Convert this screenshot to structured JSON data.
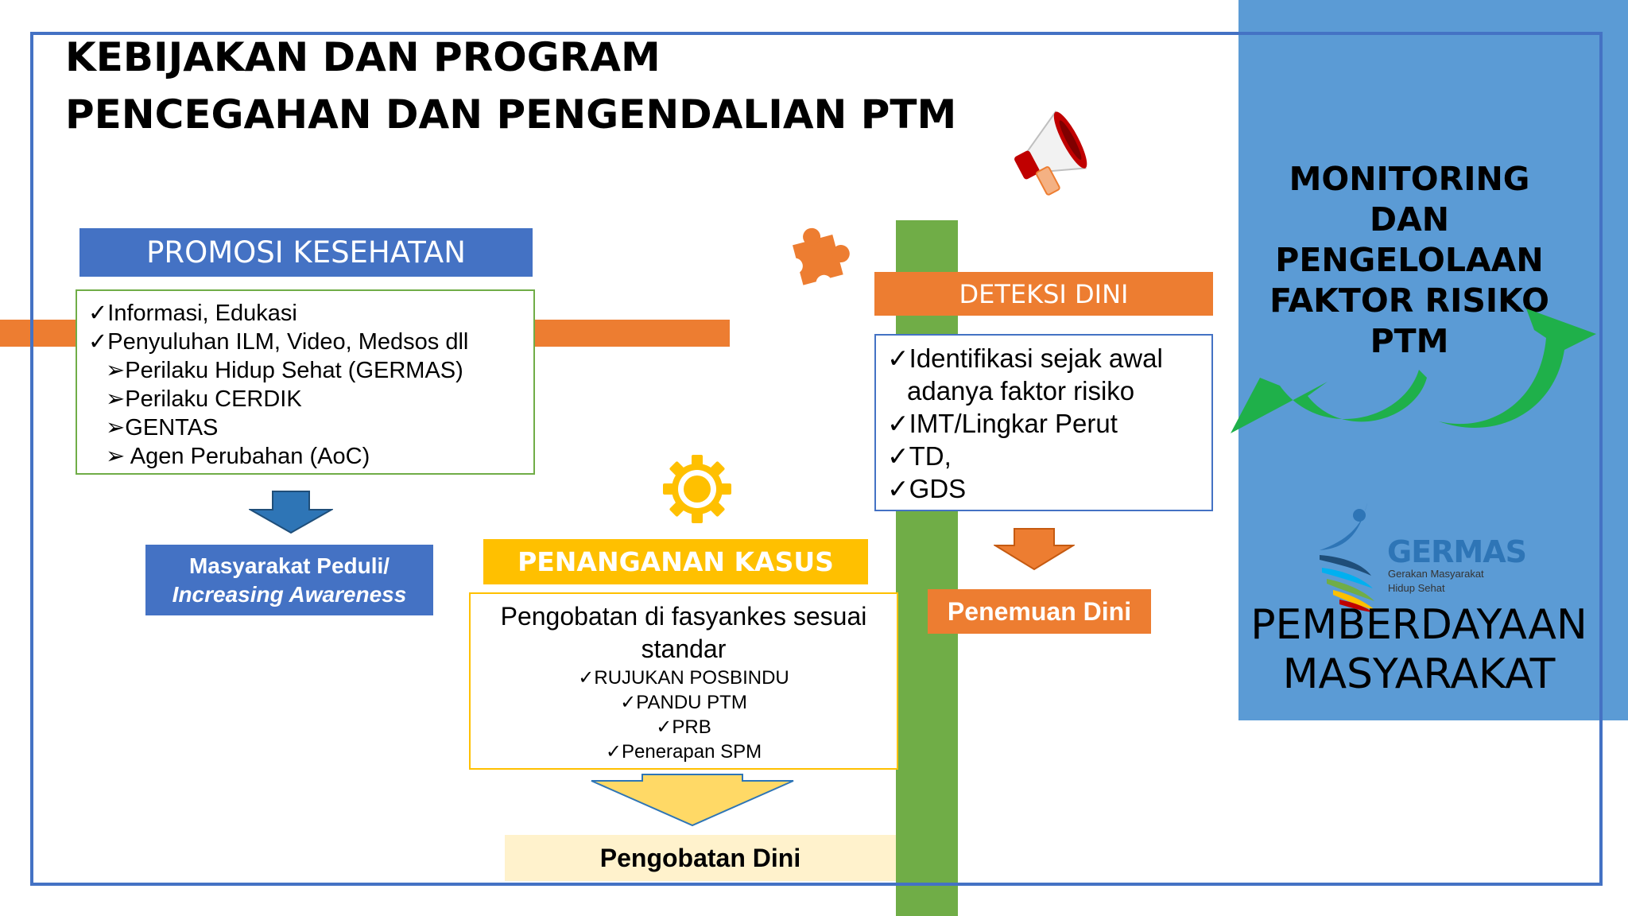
{
  "title": {
    "line1": "KEBIJAKAN DAN PROGRAM",
    "line2": "PENCEGAHAN DAN PENGENDALIAN PTM"
  },
  "promosi": {
    "header": "PROMOSI KESEHATAN",
    "items": [
      "✓Informasi, Edukasi",
      "✓Penyuluhan ILM, Video, Medsos dll"
    ],
    "subitems": [
      "➢Perilaku Hidup Sehat (GERMAS)",
      "➢Perilaku CERDIK",
      "➢GENTAS",
      "➢ Agen Perubahan (AoC)"
    ],
    "result_line1": "Masyarakat Peduli/",
    "result_line2": "Increasing Awareness"
  },
  "penanganan": {
    "header": "PENANGANAN KASUS",
    "main_line1": "Pengobatan di fasyankes sesuai",
    "main_line2": "standar",
    "items": [
      "✓RUJUKAN POSBINDU",
      "✓PANDU PTM",
      "✓PRB",
      "✓Penerapan SPM"
    ],
    "result": "Pengobatan Dini"
  },
  "deteksi": {
    "header": "DETEKSI DINI",
    "item1_line1": "✓Identifikasi sejak awal",
    "item1_line2": "adanya faktor risiko",
    "items": [
      "✓IMT/Lingkar Perut",
      "✓TD,",
      "✓GDS"
    ],
    "result": "Penemuan Dini"
  },
  "monitoring": {
    "lines": [
      "MONITORING DAN",
      "PENGELOLAAN",
      "FAKTOR RISIKO",
      "PTM"
    ]
  },
  "germas": {
    "logo_text": "GERMAS",
    "tagline_line1": "Gerakan Masyarakat",
    "tagline_line2": "Hidup Sehat"
  },
  "pemberdayaan": {
    "line1": "PEMBERDAYAAN",
    "line2": "MASYARAKAT"
  },
  "colors": {
    "blue": "#4472c4",
    "light_blue": "#5b9bd5",
    "orange": "#ed7d31",
    "green": "#70ad47",
    "yellow": "#ffc000",
    "light_yellow": "#fff2cc",
    "arrow_green": "#1fb04a"
  },
  "icons": [
    "megaphone-icon",
    "puzzle-icon",
    "gear-icon",
    "cycle-arrows-icon"
  ]
}
